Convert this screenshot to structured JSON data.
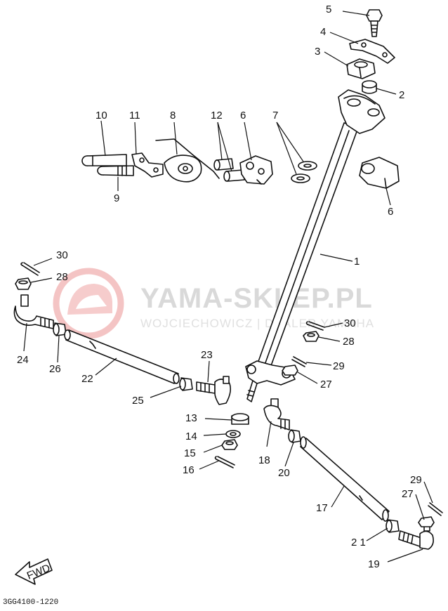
{
  "watermark": {
    "brand": "YAMA-SKLEP.PL",
    "tagline": "WOJCIECHOWICZ | DEALER YAMAHA",
    "logo_color": "#f2b8b8",
    "text_color": "#d9d9d9"
  },
  "diagram_code": "3GG4100-1220",
  "fwd_label": "FWD",
  "callouts": {
    "c1": "1",
    "c2": "2",
    "c3": "3",
    "c4": "4",
    "c5": "5",
    "c6a": "6",
    "c6b": "6",
    "c7": "7",
    "c8": "8",
    "c9": "9",
    "c10": "10",
    "c11": "11",
    "c12": "12",
    "c13": "13",
    "c14": "14",
    "c15": "15",
    "c16": "16",
    "c17": "17",
    "c18": "18",
    "c19": "19",
    "c20": "20",
    "c21": "2 1",
    "c22": "22",
    "c23": "23",
    "c24": "24",
    "c25": "25",
    "c26": "26",
    "c27a": "27",
    "c27b": "27",
    "c28a": "28",
    "c28b": "28",
    "c29a": "29",
    "c29b": "29",
    "c30a": "30",
    "c30b": "30"
  },
  "icons": {
    "watermark_logo": "helmet-circle-logo-icon",
    "fwd_arrow": "forward-arrow-icon"
  }
}
